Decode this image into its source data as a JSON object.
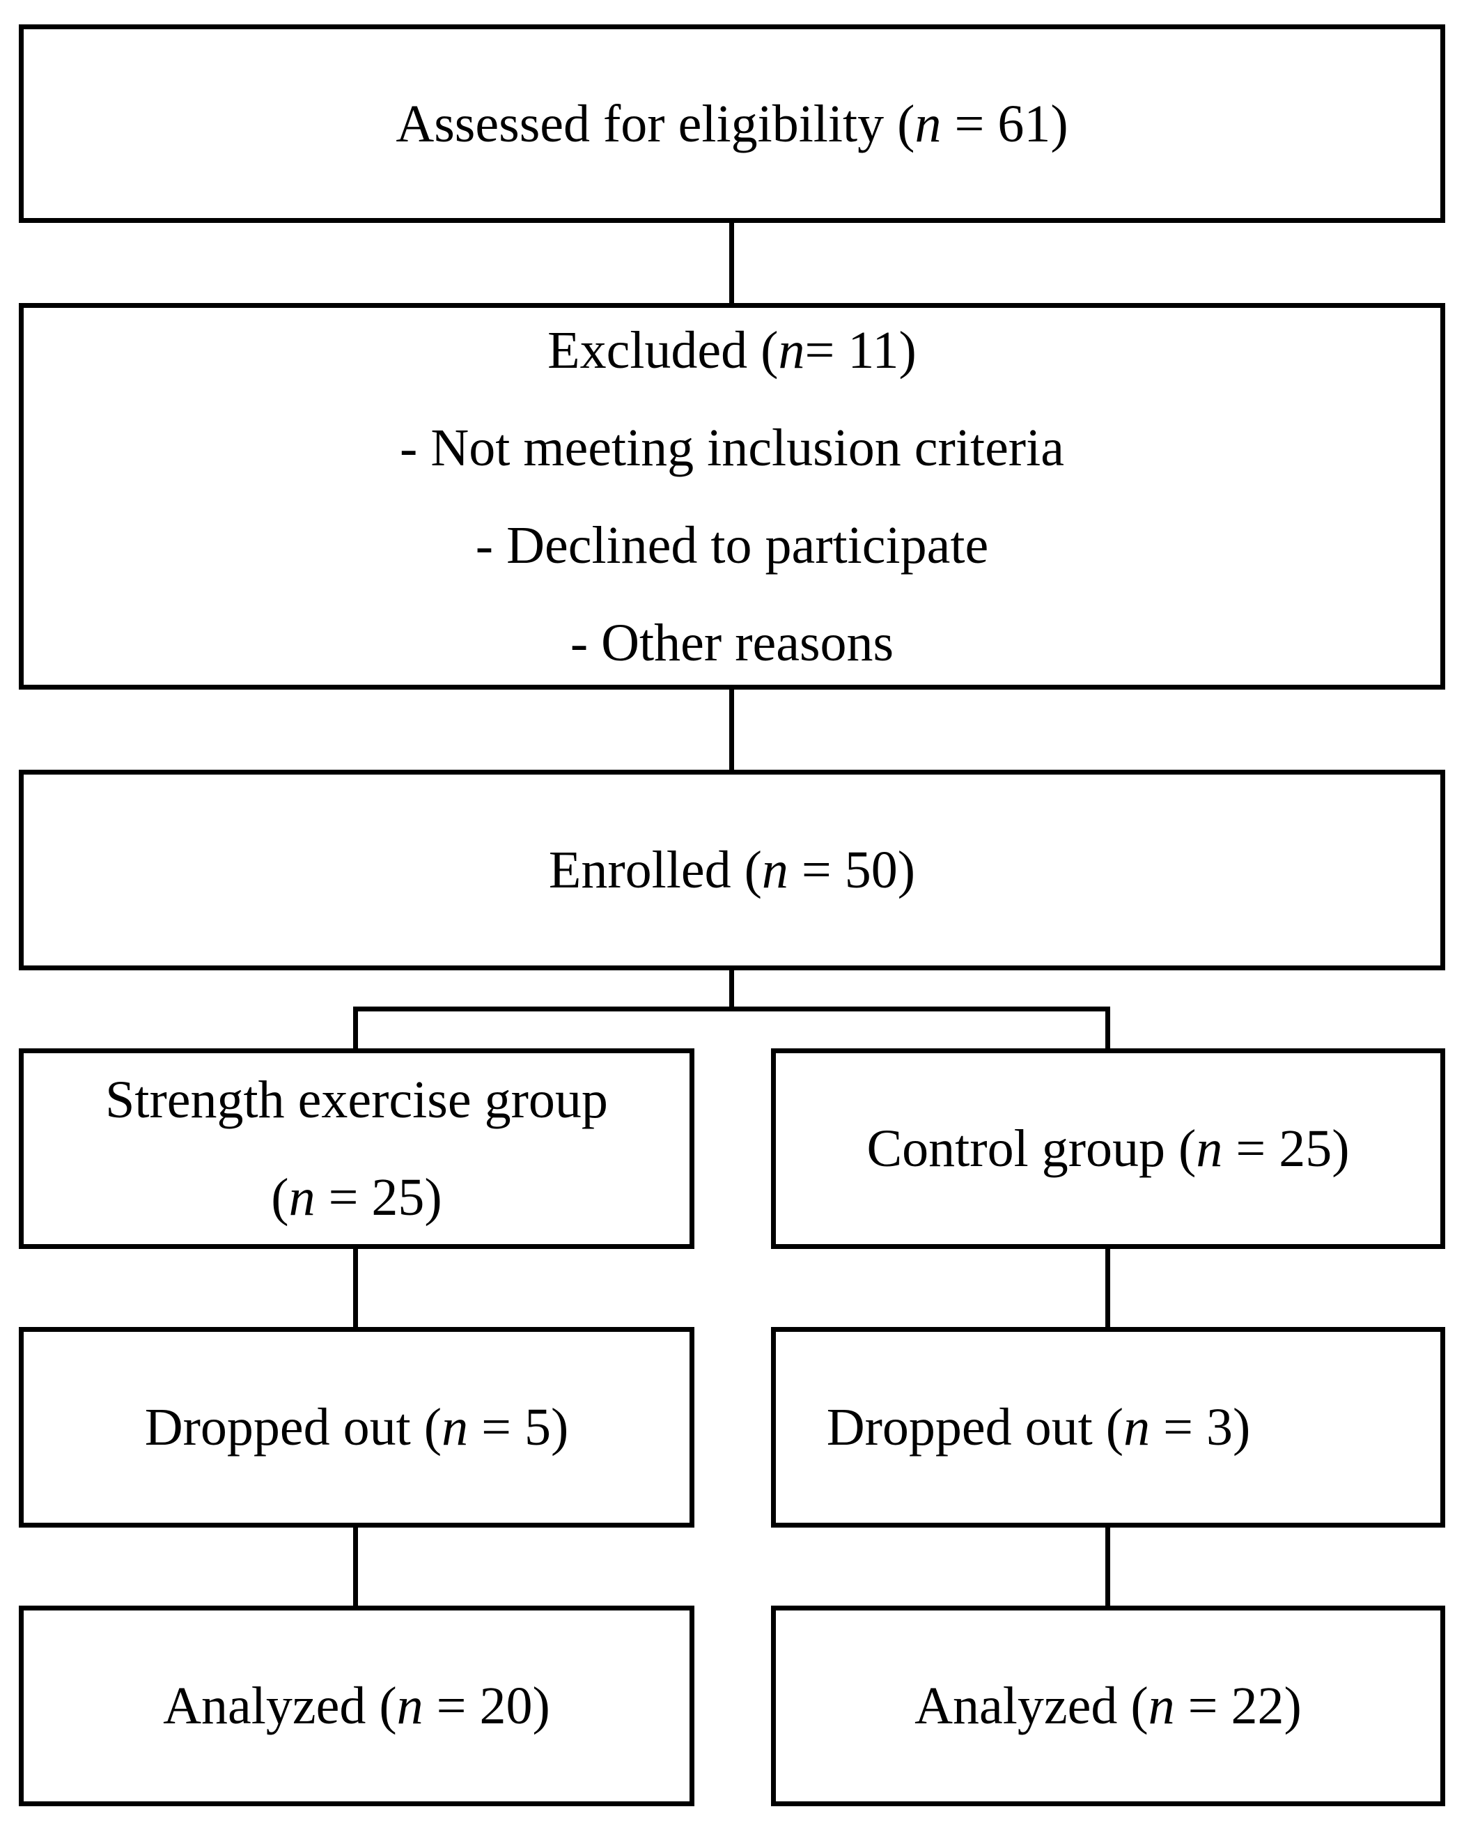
{
  "flowchart": {
    "assessed": {
      "label": "Assessed for eligibility (",
      "n_symbol": "n",
      "value": " = 61)"
    },
    "excluded": {
      "label": "Excluded (",
      "n_symbol": "n",
      "value": "= 11)",
      "reasons": [
        "- Not meeting inclusion criteria",
        "- Declined to participate",
        "- Other reasons"
      ]
    },
    "enrolled": {
      "label": "Enrolled (",
      "n_symbol": "n",
      "value": " = 50)"
    },
    "strength_group": {
      "label": "Strength exercise group",
      "open": "(",
      "n_symbol": "n",
      "value": " = 25)"
    },
    "control_group": {
      "label": "Control group (",
      "n_symbol": "n",
      "value": " = 25)"
    },
    "strength_dropped": {
      "label": "Dropped out (",
      "n_symbol": "n",
      "value": " = 5)"
    },
    "control_dropped": {
      "label": "Dropped out (",
      "n_symbol": "n",
      "value": " = 3)"
    },
    "strength_analyzed": {
      "label": "Analyzed (",
      "n_symbol": "n",
      "value": " = 20)"
    },
    "control_analyzed": {
      "label": "Analyzed (",
      "n_symbol": "n",
      "value": " = 22)"
    }
  }
}
